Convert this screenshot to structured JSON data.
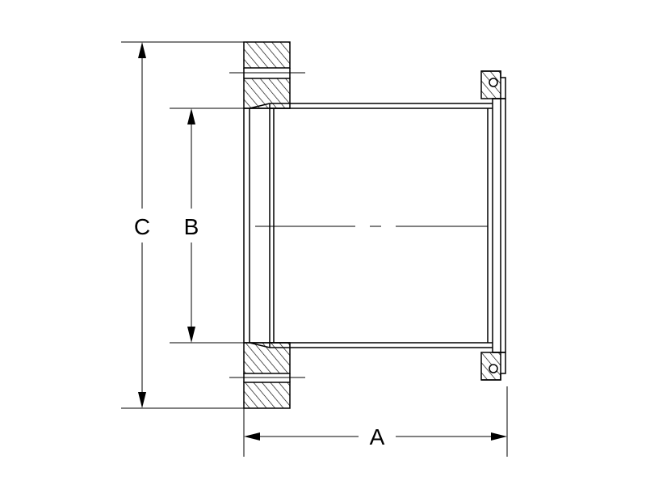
{
  "dimensions": {
    "a_label": "A",
    "b_label": "B",
    "c_label": "C"
  },
  "colors": {
    "line": "#000000",
    "background": "#ffffff"
  }
}
